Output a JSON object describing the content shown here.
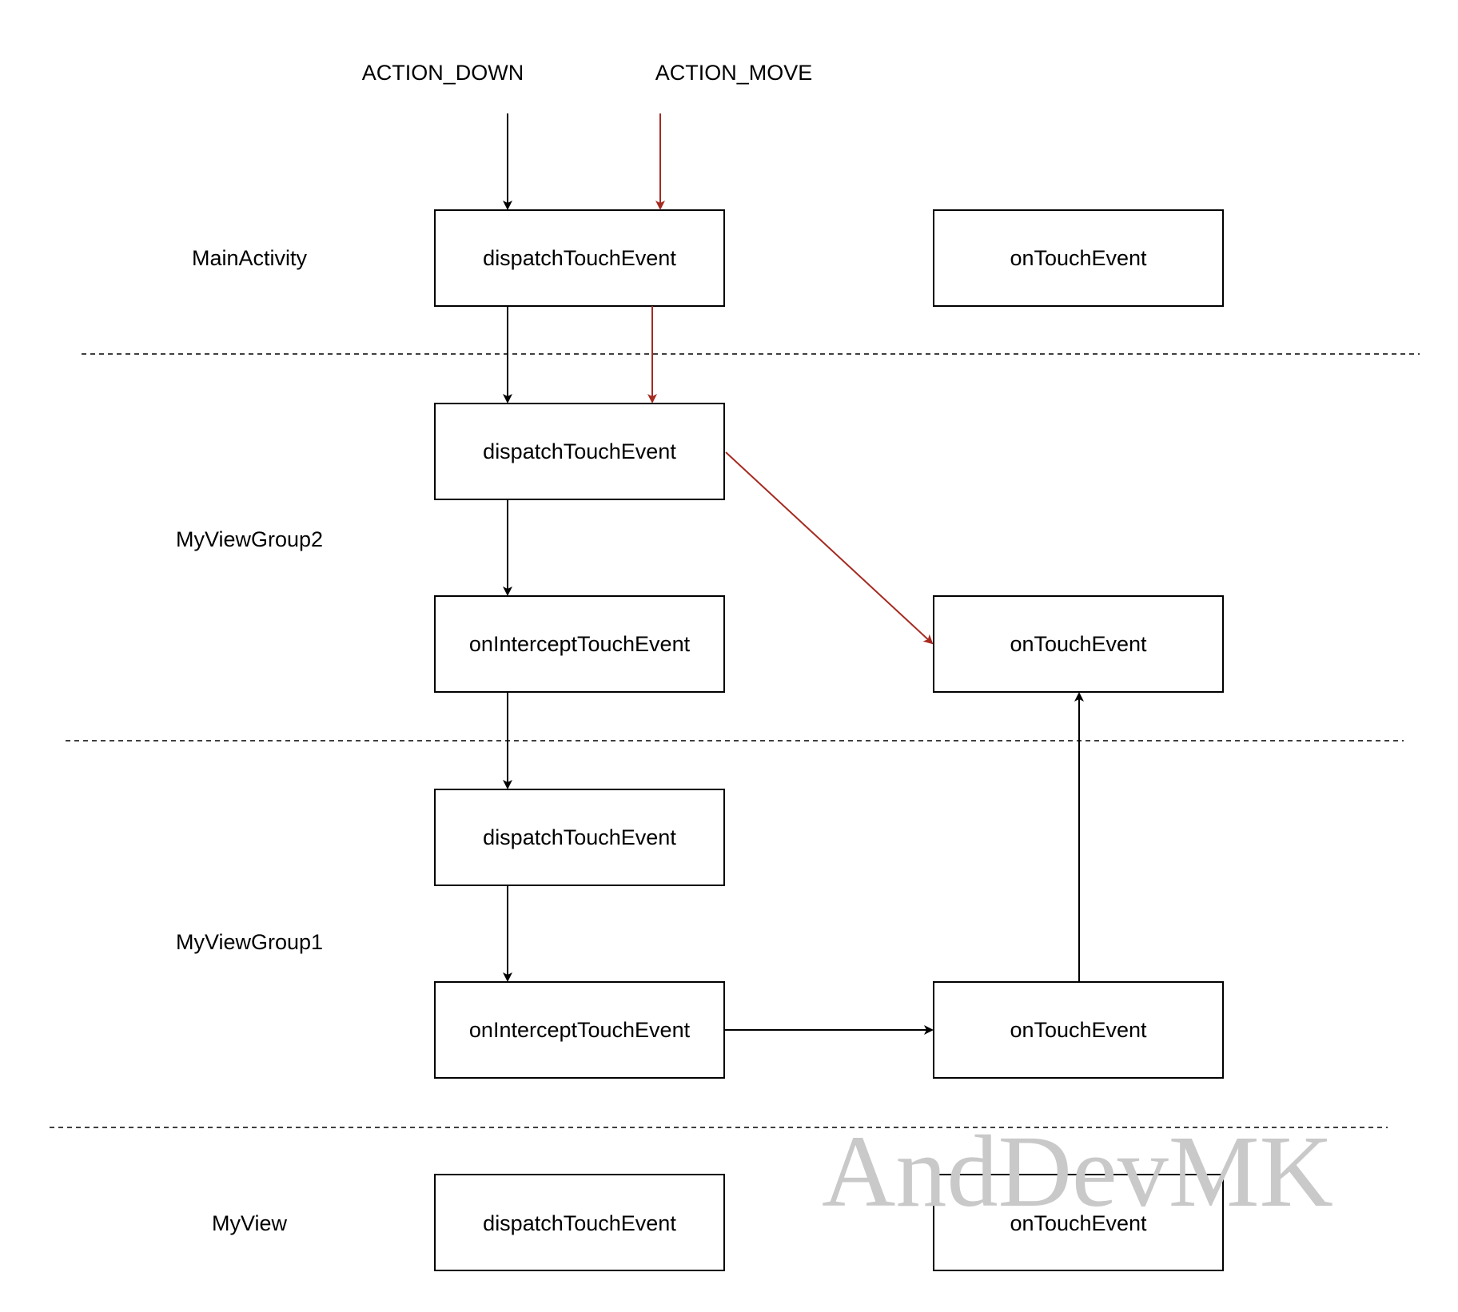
{
  "events": {
    "down": "ACTION_DOWN",
    "move": "ACTION_MOVE"
  },
  "lanes": {
    "main_activity": {
      "label": "MainActivity",
      "dispatch": "dispatchTouchEvent",
      "on_touch": "onTouchEvent"
    },
    "my_view_group2": {
      "label": "MyViewGroup2",
      "dispatch": "dispatchTouchEvent",
      "intercept": "onInterceptTouchEvent",
      "on_touch": "onTouchEvent"
    },
    "my_view_group1": {
      "label": "MyViewGroup1",
      "dispatch": "dispatchTouchEvent",
      "intercept": "onInterceptTouchEvent",
      "on_touch": "onTouchEvent"
    },
    "my_view": {
      "label": "MyView",
      "dispatch": "dispatchTouchEvent",
      "on_touch": "onTouchEvent"
    }
  },
  "colors": {
    "action_down_arrow": "#000000",
    "action_move_arrow": "#a52a20",
    "watermark": "#c9c9c9"
  },
  "watermark": "AndDevMK"
}
